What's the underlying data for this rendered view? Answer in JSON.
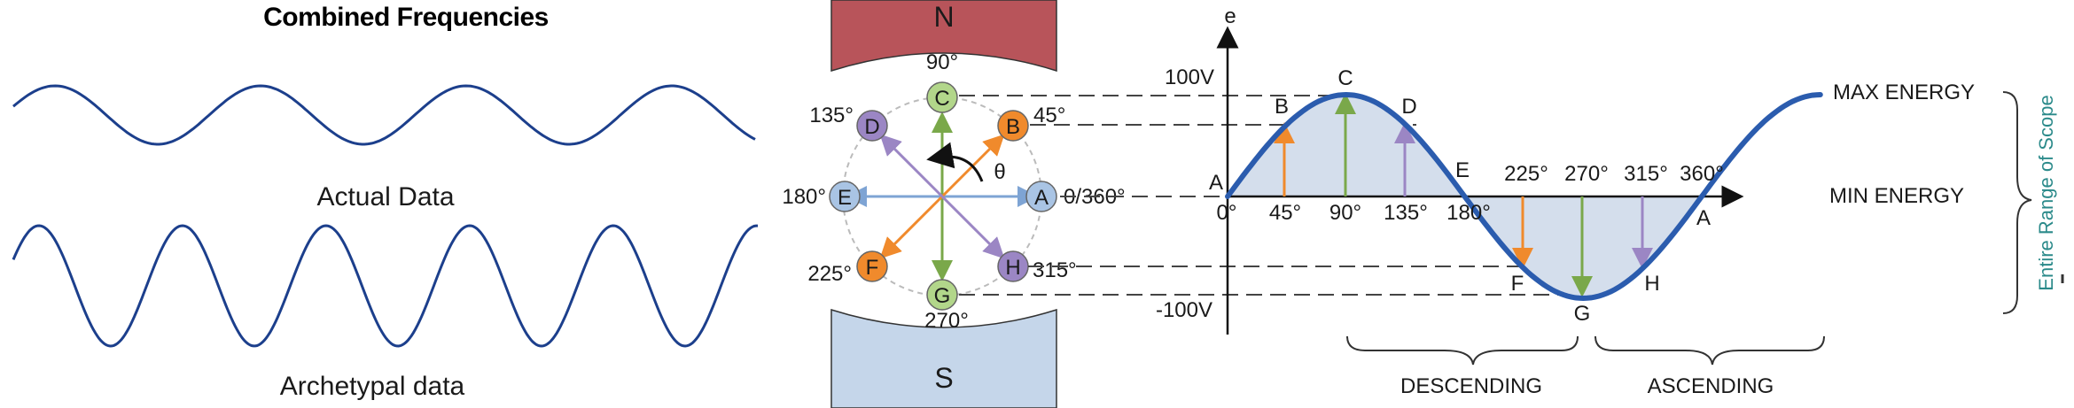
{
  "left_panel": {
    "title": "Combined Frequencies",
    "wave1_caption": "Actual Data",
    "wave2_caption": "Archetypal data",
    "wave_color": "#1c3f8c"
  },
  "generator": {
    "north_label": "N",
    "south_label": "S",
    "theta_label": "θ",
    "points": [
      {
        "letter": "A",
        "angle_label": "0/360°",
        "color": "#a9c4e4"
      },
      {
        "letter": "B",
        "angle_label": "45°",
        "color": "#f08a2c"
      },
      {
        "letter": "C",
        "angle_label": "90°",
        "color": "#b2d68a"
      },
      {
        "letter": "D",
        "angle_label": "135°",
        "color": "#9b86c4"
      },
      {
        "letter": "E",
        "angle_label": "180°",
        "color": "#a9c4e4"
      },
      {
        "letter": "F",
        "angle_label": "225°",
        "color": "#f08a2c"
      },
      {
        "letter": "G",
        "angle_label": "270°",
        "color": "#b2d68a"
      },
      {
        "letter": "H",
        "angle_label": "315°",
        "color": "#9b86c4"
      }
    ],
    "north_color": "#b8545a",
    "south_color": "#b9cde3"
  },
  "graph": {
    "y_axis_label": "e",
    "plus_label": "100V",
    "minus_label": "-100V",
    "x_ticks": [
      "0°",
      "45°",
      "90°",
      "135°",
      "180°",
      "225°",
      "270°",
      "315°",
      "360°"
    ],
    "curve_points": [
      "A",
      "B",
      "C",
      "D",
      "E",
      "F",
      "G",
      "H",
      "A"
    ],
    "left_A": "A",
    "max_energy": "MAX ENERGY",
    "min_energy": "MIN ENERGY",
    "scope_label": "Entire Range of Scope",
    "descending": "DESCENDING",
    "ascending": "ASCENDING",
    "curve_color": "#2b5cae",
    "fill_color": "#d4deec",
    "scope_color": "#2b8a8a"
  }
}
